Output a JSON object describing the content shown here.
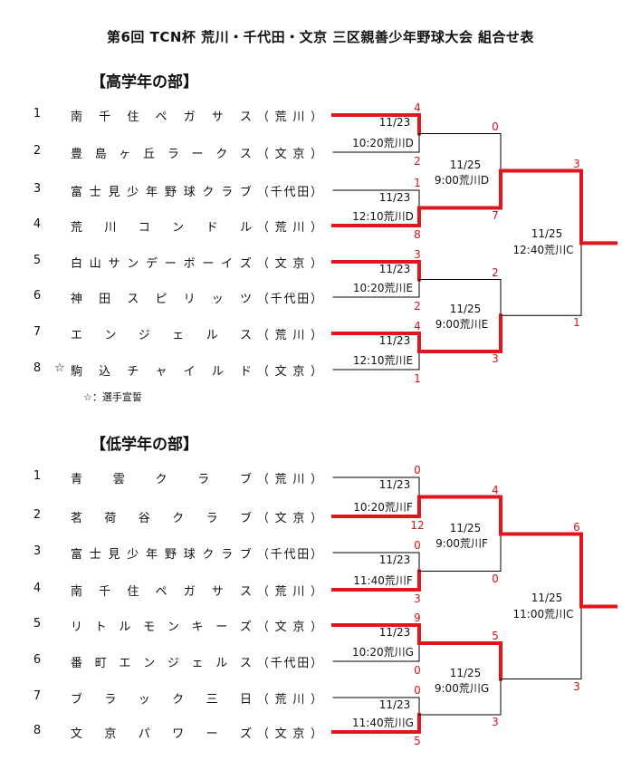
{
  "title": "第6回 TCN杯 荒川・千代田・文京 三区親善少年野球大会 組合せ表",
  "sections": [
    {
      "heading": "【高学年の部】",
      "teams": [
        {
          "no": "1",
          "name": "南千住ペガサス",
          "region": "荒川",
          "star": ""
        },
        {
          "no": "2",
          "name": "豊島ヶ丘ラークス",
          "region": "文京",
          "star": ""
        },
        {
          "no": "3",
          "name": "富士見少年野球クラブ",
          "region": "千代田",
          "star": ""
        },
        {
          "no": "4",
          "name": "荒川コンドル",
          "region": "荒川",
          "star": ""
        },
        {
          "no": "5",
          "name": "白山サンデーボーイズ",
          "region": "文京",
          "star": ""
        },
        {
          "no": "6",
          "name": "神田スピリッツ",
          "region": "千代田",
          "star": ""
        },
        {
          "no": "7",
          "name": "エンジェルス",
          "region": "荒川",
          "star": ""
        },
        {
          "no": "8",
          "name": "駒込チャイルド",
          "region": "文京",
          "star": "☆"
        }
      ],
      "note": "☆：選手宣誓",
      "r1": [
        {
          "date": "11/23",
          "place": "10:20荒川D",
          "s1": "4",
          "s2": "2",
          "win": 0
        },
        {
          "date": "11/23",
          "place": "12:10荒川D",
          "s1": "1",
          "s2": "8",
          "win": 1
        },
        {
          "date": "11/23",
          "place": "10:20荒川E",
          "s1": "3",
          "s2": "2",
          "win": 0
        },
        {
          "date": "11/23",
          "place": "12:10荒川E",
          "s1": "4",
          "s2": "1",
          "win": 0
        }
      ],
      "r2": [
        {
          "date": "11/25",
          "place": "9:00荒川D",
          "s1": "0",
          "s2": "7",
          "win": 1
        },
        {
          "date": "11/25",
          "place": "9:00荒川E",
          "s1": "2",
          "s2": "3",
          "win": 1
        }
      ],
      "final": {
        "date": "11/25",
        "place": "12:40荒川C",
        "s1": "3",
        "s2": "1",
        "win": 0
      }
    },
    {
      "heading": "【低学年の部】",
      "teams": [
        {
          "no": "1",
          "name": "青雲クラブ",
          "region": "荒川",
          "star": ""
        },
        {
          "no": "2",
          "name": "茗荷谷クラブ",
          "region": "文京",
          "star": ""
        },
        {
          "no": "3",
          "name": "富士見少年野球クラブ",
          "region": "千代田",
          "star": ""
        },
        {
          "no": "4",
          "name": "南千住ペガサス",
          "region": "荒川",
          "star": ""
        },
        {
          "no": "5",
          "name": "リトルモンキーズ",
          "region": "文京",
          "star": ""
        },
        {
          "no": "6",
          "name": "番町エンジェルス",
          "region": "千代田",
          "star": ""
        },
        {
          "no": "7",
          "name": "ブラック三日",
          "region": "荒川",
          "star": ""
        },
        {
          "no": "8",
          "name": "文京パワーズ",
          "region": "文京",
          "star": ""
        }
      ],
      "note": "",
      "r1": [
        {
          "date": "11/23",
          "place": "10:20荒川F",
          "s1": "0",
          "s2": "12",
          "win": 1
        },
        {
          "date": "11/23",
          "place": "11:40荒川F",
          "s1": "0",
          "s2": "3",
          "win": 1
        },
        {
          "date": "11/23",
          "place": "10:20荒川G",
          "s1": "9",
          "s2": "0",
          "win": 0
        },
        {
          "date": "11/23",
          "place": "11:40荒川G",
          "s1": "0",
          "s2": "5",
          "win": 1
        }
      ],
      "r2": [
        {
          "date": "11/25",
          "place": "9:00荒川F",
          "s1": "4",
          "s2": "0",
          "win": 0
        },
        {
          "date": "11/25",
          "place": "9:00荒川G",
          "s1": "5",
          "s2": "3",
          "win": 0
        }
      ],
      "final": {
        "date": "11/25",
        "place": "11:00荒川C",
        "s1": "6",
        "s2": "3",
        "win": 0
      }
    }
  ],
  "colors": {
    "win": "#e0161d",
    "lose": "#000000",
    "score": "#d8141b"
  }
}
